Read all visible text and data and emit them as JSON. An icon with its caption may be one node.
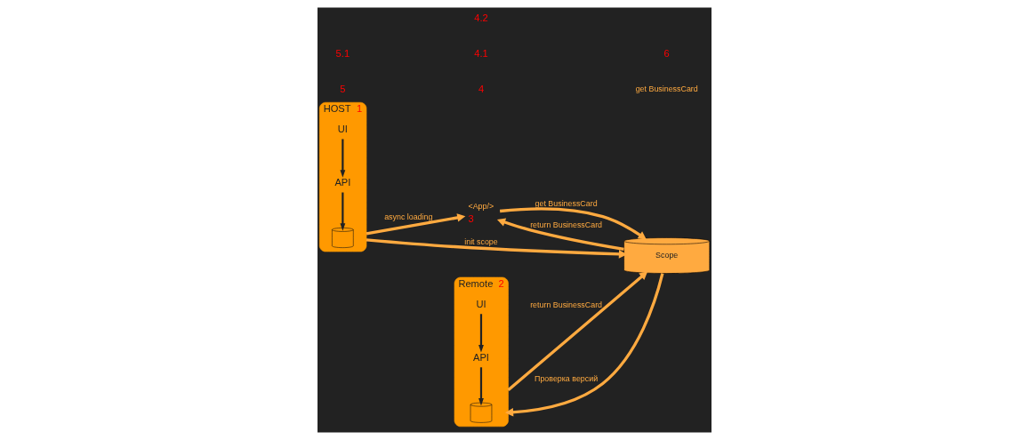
{
  "diagram": {
    "nodes": [
      {
        "text": [
          "HOST"
        ],
        "beside": [
          "1"
        ]
      },
      {
        "text": [
          "UI"
        ],
        "in": 0
      },
      {
        "text": [
          "API"
        ],
        "in": 0
      },
      {
        "text": [],
        "shape": "cylinder",
        "in": 0
      },
      {
        "text": [
          "Remote"
        ],
        "beside": [
          "2"
        ]
      },
      {
        "text": [
          "UI"
        ],
        "in": 4
      },
      {
        "text": [
          "API"
        ],
        "in": 4
      },
      {
        "text": [],
        "shape": "cylinder",
        "in": 4
      },
      {
        "text": [
          "<App/>"
        ],
        "beside": [
          "3"
        ]
      },
      {
        "text": [
          "Scope"
        ]
      }
    ],
    "edges": [
      {
        "from": 1,
        "to": 2,
        "arrow": "to",
        "color": "#222222"
      },
      {
        "from": 2,
        "to": 3,
        "arrow": "to",
        "color": "#222222"
      },
      {
        "from": 5,
        "to": 6,
        "arrow": "to",
        "color": "#222222"
      },
      {
        "from": 6,
        "to": 7,
        "arrow": "to",
        "color": "#222222"
      },
      {
        "from": 0,
        "to": 8,
        "arrow": "to",
        "label": "async loading"
      },
      {
        "from": 0,
        "to": 9,
        "arrow": "to",
        "label": "init scope"
      },
      {
        "from": 4,
        "to": 9,
        "arrow": "to",
        "label": "return BusinessCard"
      },
      {
        "from": 8,
        "to": 9,
        "arrow": "to",
        "label": "get BusinessCard"
      },
      {
        "from": 9,
        "to": 4,
        "arrow": "to",
        "label": "Проверка версий"
      },
      {
        "from": 9,
        "to": 8,
        "arrow": "to",
        "label": "return BusinessCard"
      }
    ],
    "labels": [
      "5",
      "5.1",
      "4",
      "4.1",
      "4.2",
      "get BusinessCard",
      "6"
    ]
  }
}
